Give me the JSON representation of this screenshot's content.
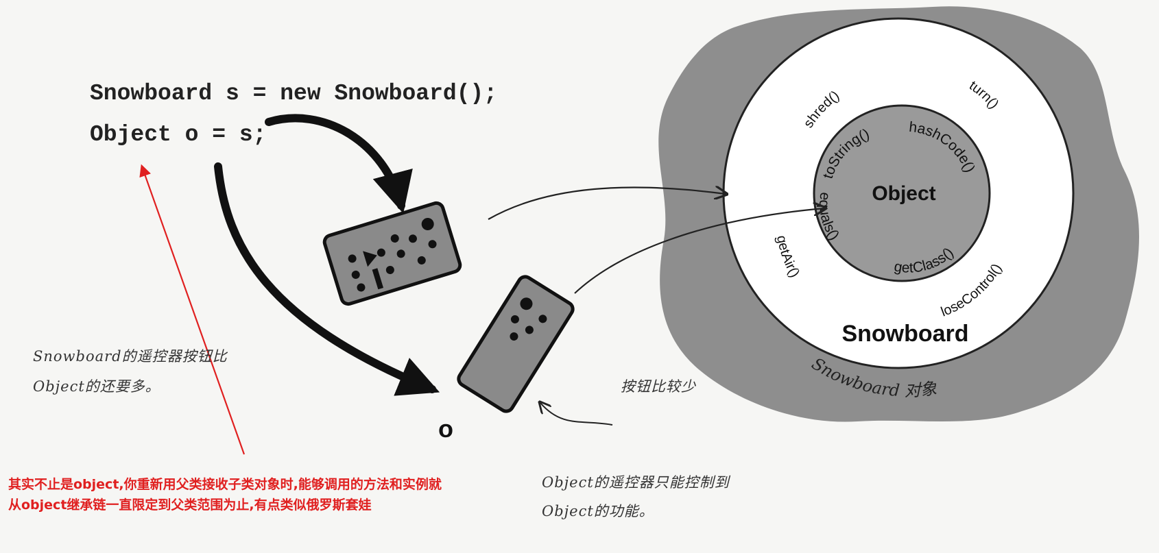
{
  "code": {
    "line1": "Snowboard s = new Snowboard();",
    "line2": "Object o = s;"
  },
  "diagram": {
    "inner_circle_label": "Object",
    "outer_circle_label": "Snowboard",
    "object_label": "Snowboard 对象",
    "inner_methods": [
      "toString()",
      "hashCode()",
      "getClass()",
      "equals()"
    ],
    "outer_methods": [
      "shred()",
      "turn()",
      "loseControl()",
      "getAir()"
    ],
    "reference_label": "o"
  },
  "annotations": {
    "snowboard_remote_line1": "Snowboard的遥控器按钮比",
    "snowboard_remote_line2": "Object的还要多。",
    "fewer_buttons": "按钮比较少",
    "object_remote_line1": "Object的遥控器只能控制到",
    "object_remote_line2": "Object的功能。"
  },
  "note": {
    "line1": "其实不止是object,你重新用父类接收子类对象时,能够调用的方法和实例就",
    "line2": "从object继承链一直限定到父类范围为止,有点类似俄罗斯套娃"
  },
  "colors": {
    "blob": "#8e8e8e",
    "outer_circle": "#ffffff",
    "inner_circle": "#9a9a9a",
    "remote": "#8a8a8a",
    "note": "#e02020"
  }
}
